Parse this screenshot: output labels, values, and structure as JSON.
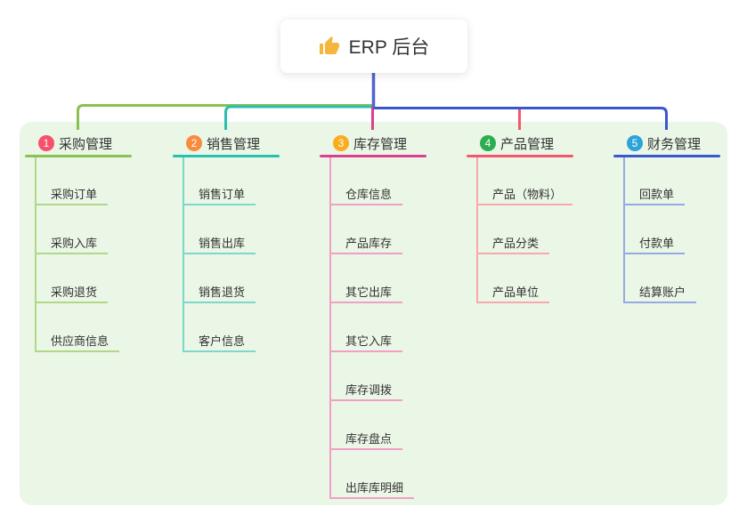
{
  "root": {
    "label": "ERP 后台",
    "icon": "thumbs-up-icon",
    "icon_color": "#f5b63b",
    "connector_color": "#4f63d2"
  },
  "panel": {
    "background": "#eaf6e6"
  },
  "text_color": "#333333",
  "branches": [
    {
      "index": "1",
      "label": "采购管理",
      "badge_color": "#f7506a",
      "line_color": "#8ac152",
      "item_line_color": "#b2d887",
      "items": [
        "采购订单",
        "采购入库",
        "采购退货",
        "供应商信息"
      ]
    },
    {
      "index": "2",
      "label": "销售管理",
      "badge_color": "#fb8b3c",
      "line_color": "#2abfae",
      "item_line_color": "#7ed8ca",
      "items": [
        "销售订单",
        "销售出库",
        "销售退货",
        "客户信息"
      ]
    },
    {
      "index": "3",
      "label": "库存管理",
      "badge_color": "#fbab1e",
      "line_color": "#dd3f90",
      "item_line_color": "#f0a0c6",
      "items": [
        "仓库信息",
        "产品库存",
        "其它出库",
        "其它入库",
        "库存调拨",
        "库存盘点",
        "出库库明细"
      ]
    },
    {
      "index": "4",
      "label": "产品管理",
      "badge_color": "#2cad4e",
      "line_color": "#f4576b",
      "item_line_color": "#f8a8ae",
      "items": [
        "产品（物料）",
        "产品分类",
        "产品单位"
      ]
    },
    {
      "index": "5",
      "label": "财务管理",
      "badge_color": "#2ea3da",
      "line_color": "#3a57cf",
      "item_line_color": "#96aae2",
      "items": [
        "回款单",
        "付款单",
        "结算账户"
      ]
    }
  ]
}
